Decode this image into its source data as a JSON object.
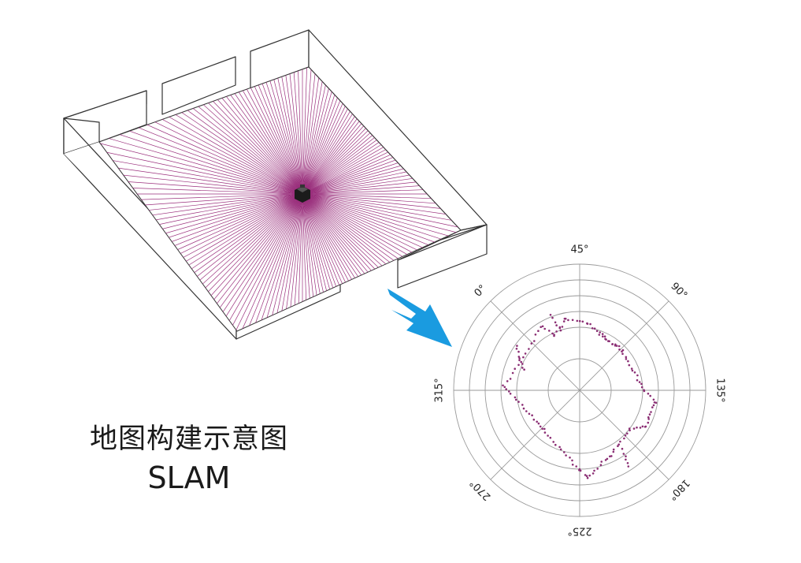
{
  "caption": {
    "title": "地图构建示意图",
    "subtitle": "SLAM"
  },
  "polar_plot": {
    "angle_labels": [
      "0°",
      "45°",
      "90°",
      "135°",
      "180°",
      "225°",
      "270°",
      "315°"
    ]
  },
  "colors": {
    "laser_ray": "#9a2f7c",
    "scan_point": "#8a2d73",
    "arrow": "#1a9be0",
    "wall_stroke": "#333333",
    "grid": "#9a9a9a"
  },
  "icons": {
    "robot": "lidar-robot-icon",
    "arrow": "down-right-arrow-icon"
  }
}
